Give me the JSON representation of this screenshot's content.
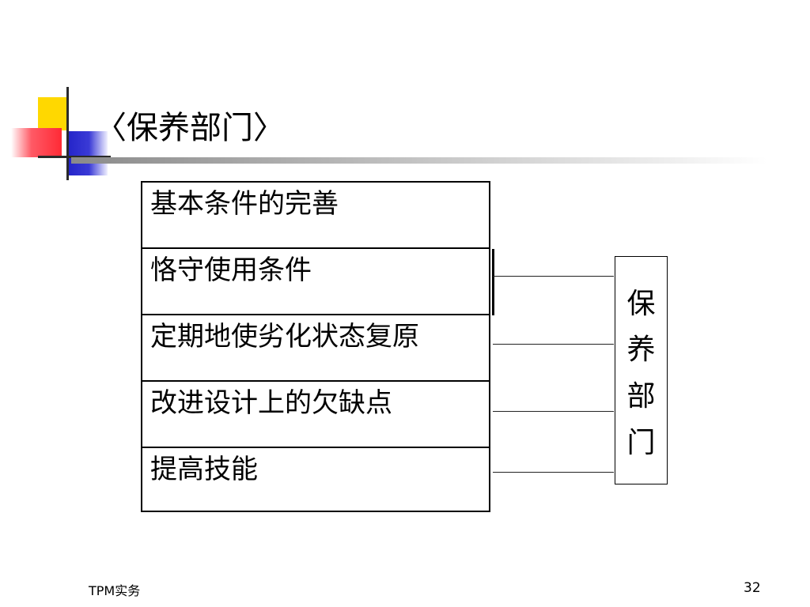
{
  "title": "〈保养部门〉",
  "table": {
    "rows": [
      "基本条件的完善",
      "恪守使用条件",
      "定期地使劣化状态复原",
      "改进设计上的欠缺点",
      "提高技能"
    ]
  },
  "box": {
    "chars": [
      "保",
      "养",
      "部",
      "门"
    ]
  },
  "footer": {
    "left": "TPM实务",
    "right": "32"
  }
}
